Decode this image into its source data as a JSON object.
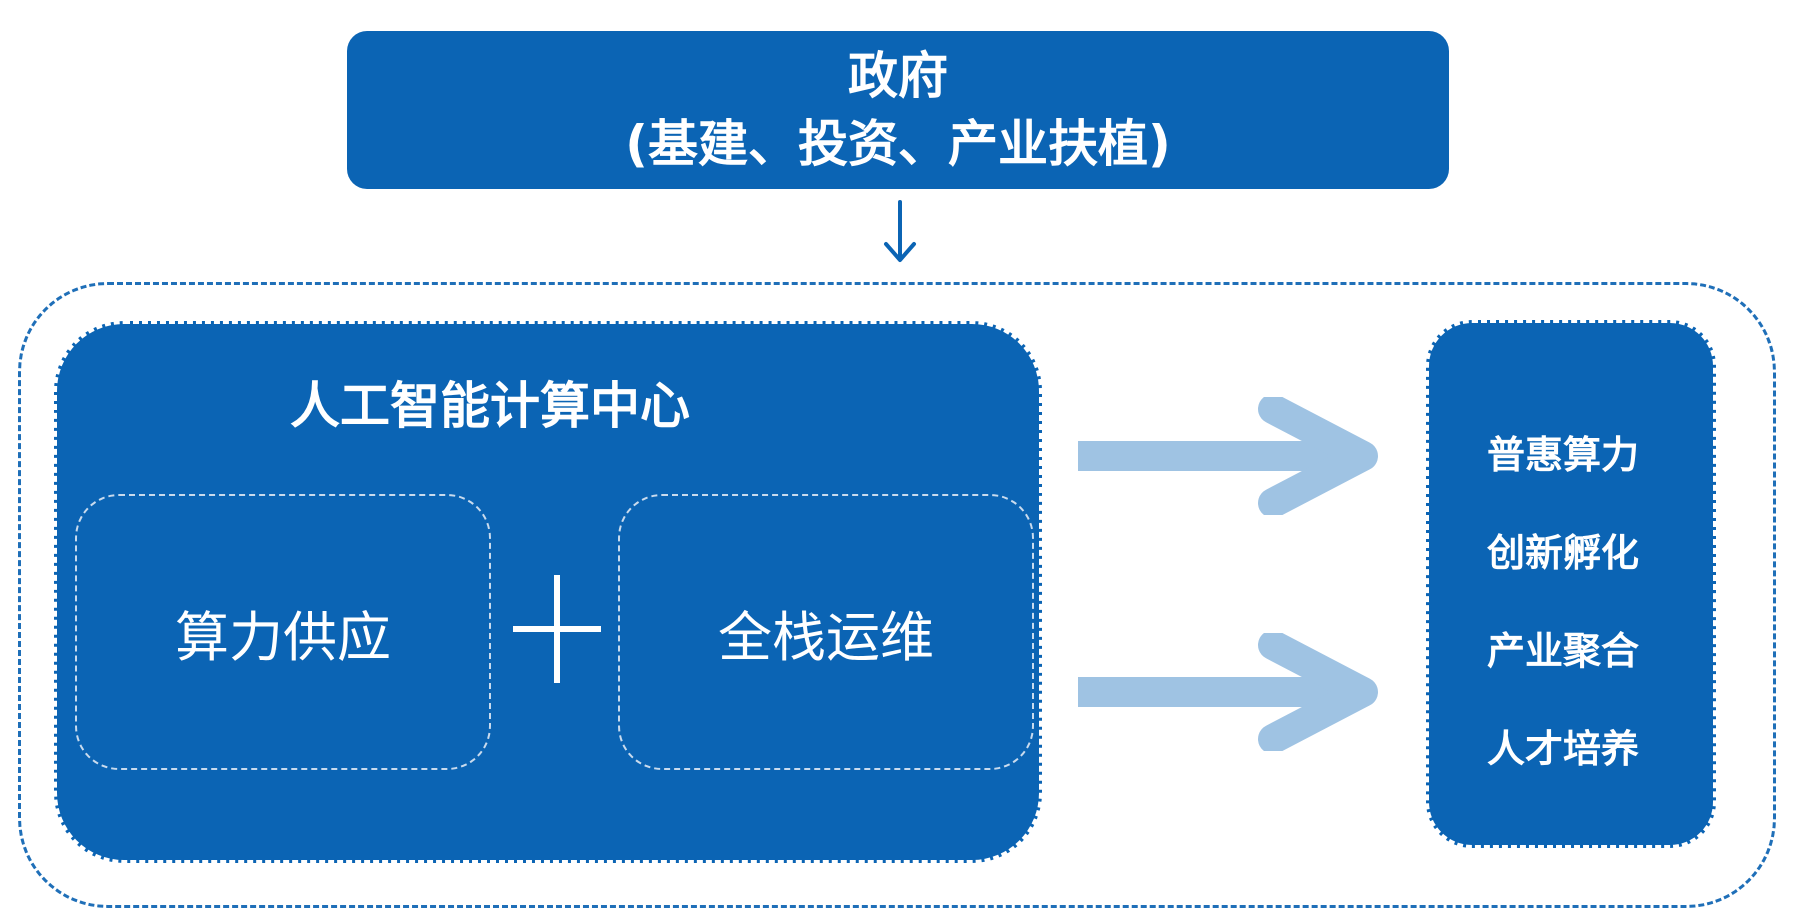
{
  "government": {
    "title": "政府",
    "subtitle": "(基建、投资、产业扶植)"
  },
  "ai_center": {
    "title": "人工智能计算中心",
    "left_module": "算力供应",
    "operator": "+",
    "right_module": "全栈运维"
  },
  "outcomes": {
    "items": [
      "普惠算力",
      "创新孵化",
      "产业聚合",
      "人才培养"
    ]
  },
  "colors": {
    "primary": "#0b64b4",
    "dashed_border": "#1f6fb8",
    "flow_arrow": "#9fc3e3",
    "text_on_primary": "#ffffff"
  }
}
